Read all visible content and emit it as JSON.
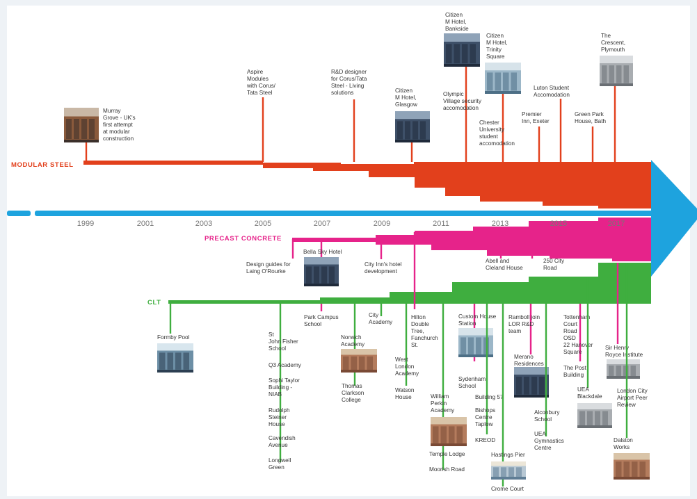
{
  "title": "",
  "colors": {
    "steel": "#e2401c",
    "concrete": "#e6238a",
    "clt": "#3fae3f",
    "axis": "#1ea3de",
    "steel_label": "#e2401c",
    "concrete_label": "#e6238a",
    "clt_label": "#3fae3f",
    "year_text": "#777777",
    "label_text": "#333333"
  },
  "bands": [
    {
      "id": "steel",
      "label": "MODULAR STEEL"
    },
    {
      "id": "concrete",
      "label": "PRECAST CONCRETE"
    },
    {
      "id": "clt",
      "label": "CLT"
    }
  ],
  "years": [
    "1999",
    "2001",
    "2003",
    "2005",
    "2007",
    "2009",
    "2011",
    "2013",
    "2015",
    "2017"
  ],
  "steel_events": [
    {
      "label": "Murray Grove - UK's first attempt at modular construction",
      "icon": "apartment-block-photo-icon"
    },
    {
      "label": "Aspire Modules with Corus/ Tata Steel"
    },
    {
      "label": "R&D designer for Corus/Tata Steel - Living solutions"
    },
    {
      "label": "Citizen M Hotel, Glasgow",
      "icon": "hotel-facade-photo-icon"
    },
    {
      "label": "Citizen M Hotel, Bankside",
      "icon": "hotel-facade-photo-icon"
    },
    {
      "label": "Olympic Village security accomodation"
    },
    {
      "label": "Citizen M Hotel, Trinity Square",
      "icon": "glass-building-photo-icon"
    },
    {
      "label": "Chester University student accomodation"
    },
    {
      "label": "Premier Inn, Exeter"
    },
    {
      "label": "Luton Student Accomodation"
    },
    {
      "label": "Green Park House, Bath"
    },
    {
      "label": "The Crescent, Plymouth",
      "icon": "tower-construction-photo-icon"
    }
  ],
  "concrete_events": [
    {
      "label": "Design guides for Laing O'Rourke"
    },
    {
      "label": "Bella Sky Hotel",
      "icon": "leaning-towers-photo-icon"
    },
    {
      "label": "City Inn's hotel development"
    },
    {
      "label": "Park Campus School"
    },
    {
      "label": "Hilton Double Tree, Fanchurch St."
    },
    {
      "label": "Abell and Cleland House"
    },
    {
      "label": "250 City Road"
    },
    {
      "label": "Custom House Station",
      "icon": "station-photo-icon"
    },
    {
      "label": "Sydenham School"
    },
    {
      "label": "Ramboll join LOR R&D team"
    },
    {
      "label": "Merano Residences",
      "icon": "residential-tower-photo-icon"
    },
    {
      "label": "Tottenham Court Road OSD"
    },
    {
      "label": "22 Hanover Square"
    },
    {
      "label": "The Post Building"
    },
    {
      "label": "Sir Henry Royce Institute",
      "icon": "institute-building-photo-icon"
    }
  ],
  "clt_events": [
    {
      "label": "Formby Pool",
      "icon": "swimming-pool-photo-icon"
    },
    {
      "label": "St John Fisher School"
    },
    {
      "label": "Q3 Academy"
    },
    {
      "label": "Sophi Taylor Building - NIAB"
    },
    {
      "label": "Rudolph Steiner House"
    },
    {
      "label": "Cavendish Avenue"
    },
    {
      "label": "Longwell Green"
    },
    {
      "label": "Norwich Academy",
      "icon": "academy-building-photo-icon"
    },
    {
      "label": "Thomas Clarkson College"
    },
    {
      "label": "City Academy"
    },
    {
      "label": "West London Academy"
    },
    {
      "label": "Watson House"
    },
    {
      "label": "William Perkin Academy",
      "icon": "brick-school-photo-icon"
    },
    {
      "label": "Temple Lodge"
    },
    {
      "label": "Moorish Road"
    },
    {
      "label": "Building 57"
    },
    {
      "label": "Bishops Centre Taplow"
    },
    {
      "label": "KREOD"
    },
    {
      "label": "Hastings Pier",
      "icon": "pier-photo-icon"
    },
    {
      "label": "Crome Court"
    },
    {
      "label": "Alconbury School"
    },
    {
      "label": "UEA Gymnastics Centre"
    },
    {
      "label": "UEA Blackdale",
      "icon": "student-housing-photo-icon"
    },
    {
      "label": "London City Airport Peer Review"
    },
    {
      "label": "Dalston Works",
      "icon": "brick-apartments-photo-icon"
    }
  ]
}
